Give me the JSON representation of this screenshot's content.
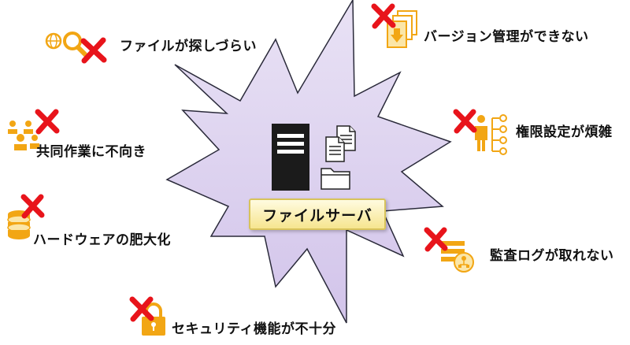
{
  "center": {
    "label": "ファイルサーバ"
  },
  "issues": [
    {
      "id": "search",
      "label": "ファイルが探しづらい",
      "icon": "search-globe-icon"
    },
    {
      "id": "version",
      "label": "バージョン管理ができない",
      "icon": "document-stack-icon"
    },
    {
      "id": "permission",
      "label": "権限設定が煩雑",
      "icon": "org-permission-icon"
    },
    {
      "id": "audit",
      "label": "監査ログが取れない",
      "icon": "audit-log-icon"
    },
    {
      "id": "security",
      "label": "セキュリティ機能が不十分",
      "icon": "padlock-icon"
    },
    {
      "id": "hardware",
      "label": "ハードウェアの肥大化",
      "icon": "database-stack-icon"
    },
    {
      "id": "collab",
      "label": "共同作業に不向き",
      "icon": "people-group-icon"
    }
  ],
  "colors": {
    "burst_fill": "#ddd3ee",
    "burst_stroke": "#2a2a3a",
    "icon_orange": "#f2a614",
    "cross_red": "#e8141b",
    "server_black": "#1b1b1b"
  }
}
